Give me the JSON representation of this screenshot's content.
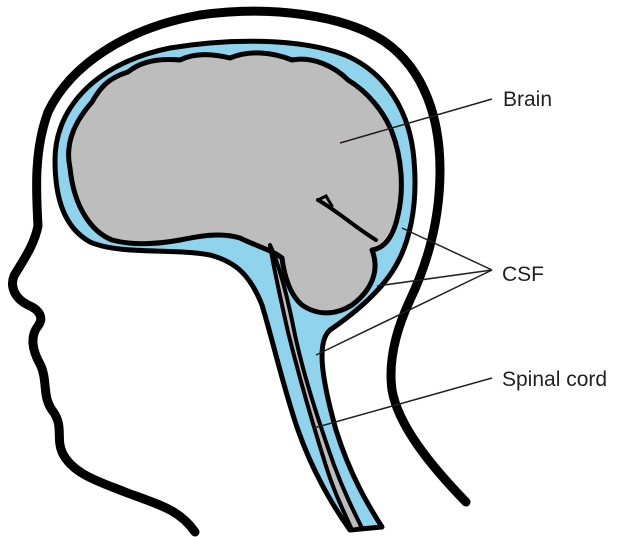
{
  "labels": {
    "brain": "Brain",
    "csf": "CSF",
    "spinal_cord": "Spinal cord"
  },
  "colors": {
    "outline": "#000000",
    "brain_fill": "#bdbdbd",
    "csf_fill": "#8fd3ec",
    "skin_fill": "#ffffff",
    "leader_line": "#231f20"
  }
}
